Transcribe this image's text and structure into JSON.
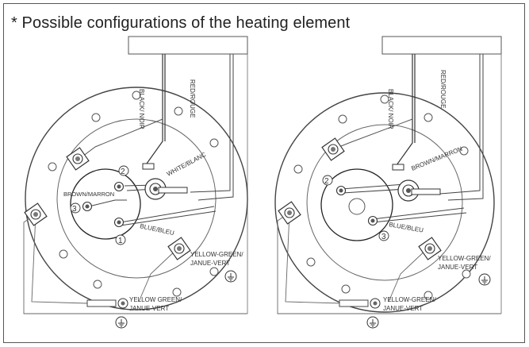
{
  "title": "* Possible configurations of the heating element",
  "left_diagram": {
    "wire_black": "BLACK/ NOIR",
    "wire_red": "RED/ROUGE",
    "wire_white": "WHITE/BLANC",
    "wire_brown": "BROWN/MARRON",
    "wire_blue": "BLUE/BLEU",
    "ground_right_1": "YELLOW-GREEN/",
    "ground_right_2": "JANUE-VERT",
    "ground_bottom_1": "YELLOW GREEN/",
    "ground_bottom_2": "JANUE-VERT",
    "terminal_1": "1",
    "terminal_2": "2",
    "terminal_3": "3"
  },
  "right_diagram": {
    "wire_black": "BLACK/ NOIR",
    "wire_red": "RED/ROUGE",
    "wire_brown": "BROWN/MARRON",
    "wire_blue": "BLUE/BLEU",
    "ground_right_1": "YELLOW-GREEN/",
    "ground_right_2": "JANUE-VERT",
    "ground_bottom_1": "YELLOW-GREEN/",
    "ground_bottom_2": "JANUE-VERT",
    "terminal_2": "2",
    "terminal_3": "3"
  }
}
